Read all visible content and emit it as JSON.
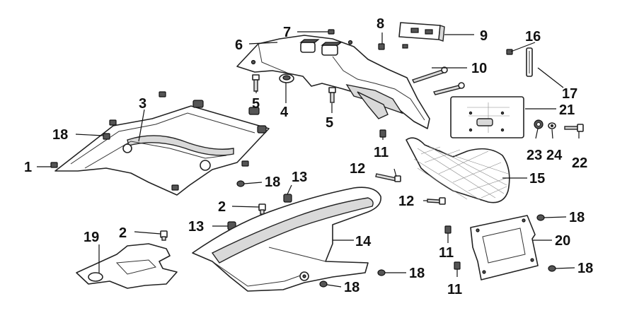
{
  "callouts": [
    "1",
    "2",
    "2",
    "3",
    "4",
    "5",
    "5",
    "6",
    "7",
    "8",
    "9",
    "10",
    "11",
    "11",
    "11",
    "12",
    "12",
    "13",
    "13",
    "14",
    "15",
    "16",
    "17",
    "18",
    "18",
    "18",
    "18",
    "18",
    "18",
    "19",
    "20",
    "21",
    "22",
    "23",
    "24"
  ]
}
